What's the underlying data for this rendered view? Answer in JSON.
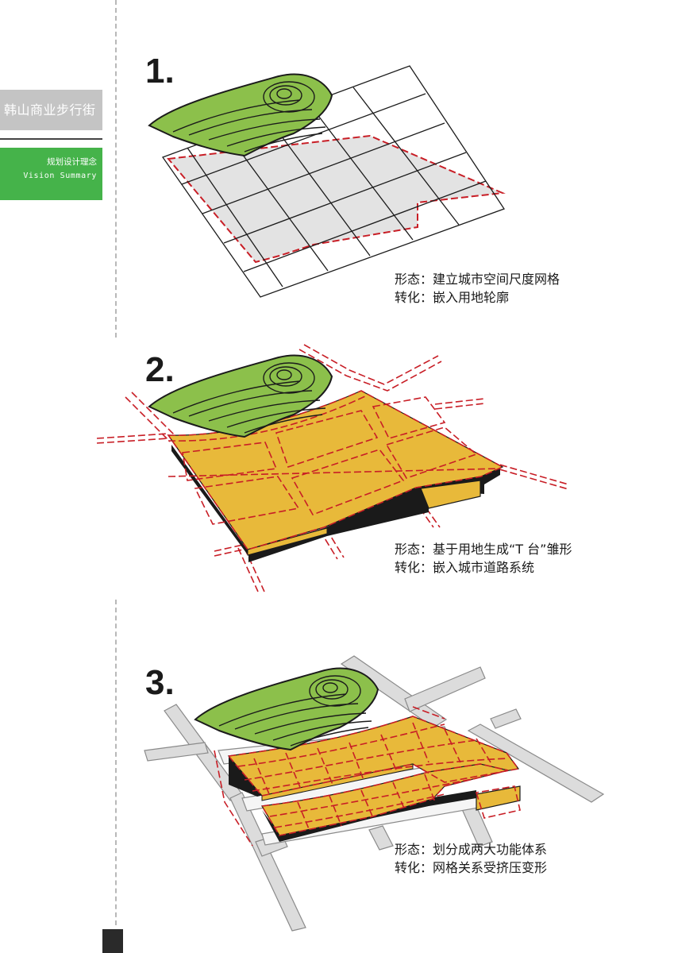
{
  "sidebar": {
    "title": "韩山商业步行街",
    "section_cn": "规划设计理念",
    "section_en": "Vision Summary"
  },
  "colors": {
    "green": "#45b34a",
    "hill": "#8cc04b",
    "site_fill": "#e3e3e3",
    "platform": "#e8b93a",
    "red_dash": "#c81e26",
    "road": "#dcdcdc"
  },
  "steps": [
    {
      "number": "1.",
      "line1": "形态：建立城市空间尺度网格",
      "line2": "转化：嵌入用地轮廓"
    },
    {
      "number": "2.",
      "line1": "形态：基于用地生成“T 台”雏形",
      "line2": "转化：嵌入城市道路系统"
    },
    {
      "number": "3.",
      "line1": "形态：划分成两大功能体系",
      "line2": "转化：网格关系受挤压变形"
    }
  ]
}
